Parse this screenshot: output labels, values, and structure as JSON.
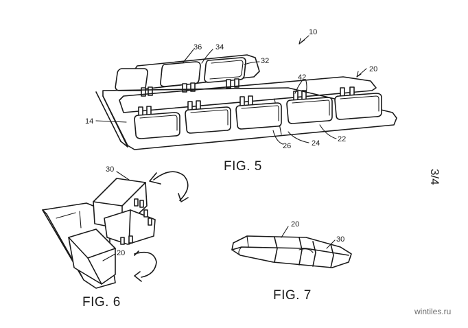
{
  "figures": {
    "fig5": {
      "caption": "FIG. 5",
      "refs": {
        "r10": "10",
        "r36": "36",
        "r34": "34",
        "r32": "32",
        "r42": "42",
        "r20": "20",
        "r14": "14",
        "r26": "26",
        "r24": "24",
        "r22": "22"
      }
    },
    "fig6": {
      "caption": "FIG. 6",
      "refs": {
        "r30": "30",
        "r20": "20"
      }
    },
    "fig7": {
      "caption": "FIG. 7",
      "refs": {
        "r20": "20",
        "r30": "30"
      }
    }
  },
  "sheet_number": "3/4",
  "watermark": "wintiles.ru"
}
